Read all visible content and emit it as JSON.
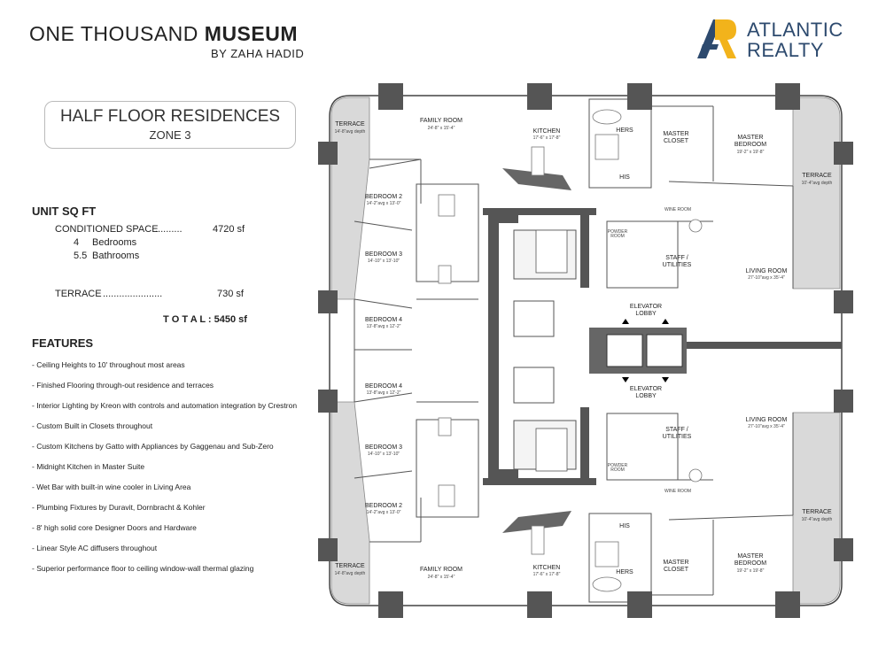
{
  "header": {
    "title_thin": "ONE THOUSAND ",
    "title_bold": "MUSEUM",
    "subtitle": "BY ZAHA HADID"
  },
  "logo": {
    "line1": "ATLANTIC",
    "line2": "REALTY",
    "colors": {
      "blue": "#2d4a6e",
      "gold": "#f2b31b"
    }
  },
  "zone": {
    "title": "HALF FLOOR RESIDENCES",
    "subtitle": "ZONE 3"
  },
  "unit_sqft": {
    "heading": "UNIT SQ FT",
    "conditioned_label": "CONDITIONED SPACE",
    "conditioned_dots": "..........",
    "conditioned_value": "4720 sf",
    "bedrooms_count": "4",
    "bedrooms_label": "Bedrooms",
    "bathrooms_count": "5.5",
    "bathrooms_label": "Bathrooms",
    "terrace_label": "TERRACE",
    "terrace_dots": "......................",
    "terrace_value": "730 sf",
    "total": "T O T A L : 5450 sf"
  },
  "features": {
    "heading": "FEATURES",
    "items": [
      "- Ceiling Heights to 10' throughout most areas",
      "- Finished Flooring through-out residence and terraces",
      "- Interior Lighting by Kreon with controls and automation integration by Crestron",
      "- Custom Built in Closets throughout",
      "- Custom Kitchens by Gatto with Appliances by Gaggenau and Sub-Zero",
      "- Midnight Kitchen in Master Suite",
      "- Wet Bar with built-in wine cooler in Living Area",
      "- Plumbing Fixtures by Duravit, Dornbracht & Kohler",
      "- 8' high solid core Designer Doors and Hardware",
      "- Linear Style AC diffusers throughout",
      "- Superior performance floor to ceiling window-wall thermal glazing"
    ]
  },
  "plan": {
    "terrace_tl": {
      "name": "TERRACE",
      "dim": "14'-8\"avg depth"
    },
    "terrace_bl": {
      "name": "TERRACE",
      "dim": "14'-8\"avg depth"
    },
    "terrace_tr": {
      "name": "TERRACE",
      "dim": "10'-4\"avg depth"
    },
    "terrace_br": {
      "name": "TERRACE",
      "dim": "10'-4\"avg depth"
    },
    "family_top": {
      "name": "FAMILY ROOM",
      "dim": "24'-8\" x 15'-4\""
    },
    "family_bot": {
      "name": "FAMILY ROOM",
      "dim": "24'-8\" x 15'-4\""
    },
    "kitchen_top": {
      "name": "KITCHEN",
      "dim": "17'-6\" x 17'-8\""
    },
    "kitchen_bot": {
      "name": "KITCHEN",
      "dim": "17'-6\" x 17'-8\""
    },
    "hers_top": "HERS",
    "his_top": "HIS",
    "hers_bot": "HERS",
    "his_bot": "HIS",
    "closet_top": {
      "l1": "MASTER",
      "l2": "CLOSET"
    },
    "closet_bot": {
      "l1": "MASTER",
      "l2": "CLOSET"
    },
    "master_top": {
      "l1": "MASTER",
      "l2": "BEDROOM",
      "dim": "19'-2\" x 19'-8\""
    },
    "master_bot": {
      "l1": "MASTER",
      "l2": "BEDROOM",
      "dim": "19'-2\" x 19'-8\""
    },
    "bed2_top": {
      "name": "BEDROOM 2",
      "dim": "14'-2\"avg x 13'-0\""
    },
    "bed3_top": {
      "name": "BEDROOM 3",
      "dim": "14'-10\" x 13'-10\""
    },
    "bed4_top": {
      "name": "BEDROOM 4",
      "dim": "13'-8\"avg x 12'-2\""
    },
    "bed4_bot": {
      "name": "BEDROOM 4",
      "dim": "13'-8\"avg x 12'-2\""
    },
    "bed3_bot": {
      "name": "BEDROOM 3",
      "dim": "14'-10\" x 13'-10\""
    },
    "bed2_bot": {
      "name": "BEDROOM 2",
      "dim": "14'-2\"avg x 13'-0\""
    },
    "wine_top": "WINE ROOM",
    "wine_bot": "WINE ROOM",
    "powder_top": {
      "l1": "POWDER",
      "l2": "ROOM"
    },
    "powder_bot": {
      "l1": "POWDER",
      "l2": "ROOM"
    },
    "staff_top": {
      "l1": "STAFF /",
      "l2": "UTILITIES"
    },
    "staff_bot": {
      "l1": "STAFF /",
      "l2": "UTILITIES"
    },
    "elev_top": {
      "l1": "ELEVATOR",
      "l2": "LOBBY"
    },
    "elev_bot": {
      "l1": "ELEVATOR",
      "l2": "LOBBY"
    },
    "living_top": {
      "name": "LIVING ROOM",
      "dim": "27'-10\"avg x 35'-4\""
    },
    "living_bot": {
      "name": "LIVING ROOM",
      "dim": "27'-10\"avg x 35'-4\""
    }
  }
}
